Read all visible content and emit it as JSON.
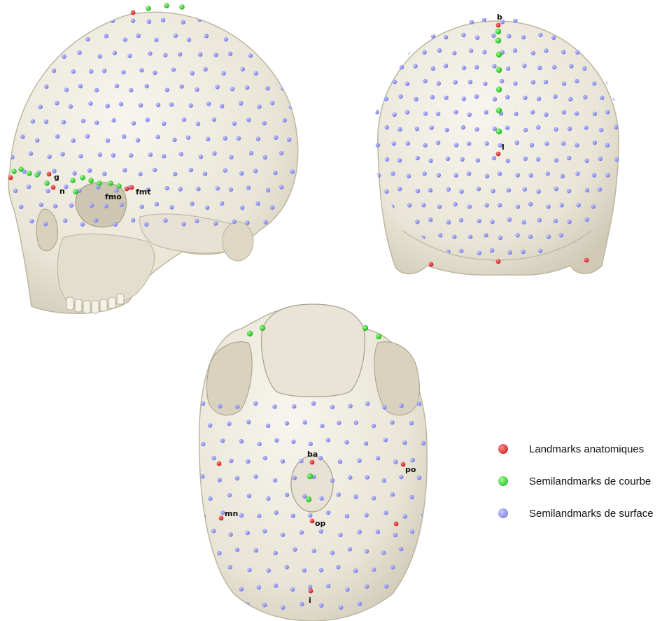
{
  "colors": {
    "bone": "#efece1",
    "bone_shadow": "#cfc9b6",
    "landmark": "#e01919",
    "curve": "#22d41f",
    "surface": "#8f93f0"
  },
  "views": [
    {
      "id": "lateral",
      "labels": [
        {
          "key": "g",
          "text": "g"
        },
        {
          "key": "n",
          "text": "n"
        },
        {
          "key": "fmo",
          "text": "fmo"
        },
        {
          "key": "fmt",
          "text": "fmt"
        }
      ]
    },
    {
      "id": "posterior",
      "labels": [
        {
          "key": "b",
          "text": "b"
        },
        {
          "key": "l",
          "text": "l"
        }
      ]
    },
    {
      "id": "inferior",
      "labels": [
        {
          "key": "ba",
          "text": "ba"
        },
        {
          "key": "po",
          "text": "po"
        },
        {
          "key": "mn",
          "text": "mn"
        },
        {
          "key": "op",
          "text": "op"
        },
        {
          "key": "i",
          "text": "i"
        }
      ]
    }
  ],
  "legend": [
    {
      "label": "Landmarks anatomiques",
      "color": "#e01919"
    },
    {
      "label": "Semilandmarks de courbe",
      "color": "#22d41f"
    },
    {
      "label": "Semilandmarks de surface",
      "color": "#8f93f0"
    }
  ]
}
